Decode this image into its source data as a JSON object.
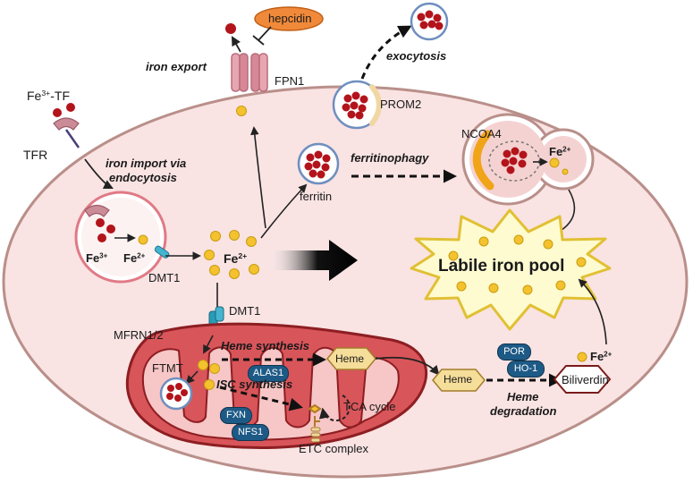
{
  "labels": {
    "hepcidin": "hepcidin",
    "iron_export": "iron export",
    "fpn1": "FPN1",
    "exocytosis": "exocytosis",
    "prom2": "PROM2",
    "fe3_tf_base": "Fe",
    "fe3_tf_sup": "3+",
    "fe3_tf_suffix": "-TF",
    "tfr": "TFR",
    "iron_import_line1": "iron import via",
    "iron_import_line2": "endocytosis",
    "ferritin": "ferritin",
    "ferritinophagy": "ferritinophagy",
    "ncoa4": "NCOA4",
    "fe2_base": "Fe",
    "fe2_sup": "2+",
    "fe3_base": "Fe",
    "fe3_sup": "3+",
    "dmt1_endosome": "DMT1",
    "dmt1_mito": "DMT1",
    "labile_iron_pool": "Labile iron pool",
    "mfrn": "MFRN1/2",
    "heme_synthesis": "Heme synthesis",
    "ftmt": "FTMT",
    "alas1": "ALAS1",
    "heme_mito": "Heme",
    "heme_cyto": "Heme",
    "isc_synthesis": "ISC synthesis",
    "fxn": "FXN",
    "nfs1": "NFS1",
    "tca_cycle": "TCA cycle",
    "etc_complex": "ETC complex",
    "por": "POR",
    "ho1": "HO-1",
    "heme_degradation_line1": "Heme",
    "heme_degradation_line2": "degradation",
    "biliverdin": "Biliverdin"
  },
  "colors": {
    "cell_fill": "#f9e3e3",
    "cell_stroke": "#b98f8a",
    "mito_fill": "#d8555a",
    "mito_stroke": "#8d1e22",
    "iron_red": "#b3141b",
    "fe2_yellow": "#f3c22e",
    "protein_blue": "#1e5a86",
    "hepcidin_orange": "#f08a3a",
    "pool_yellow": "#fffbd0"
  }
}
